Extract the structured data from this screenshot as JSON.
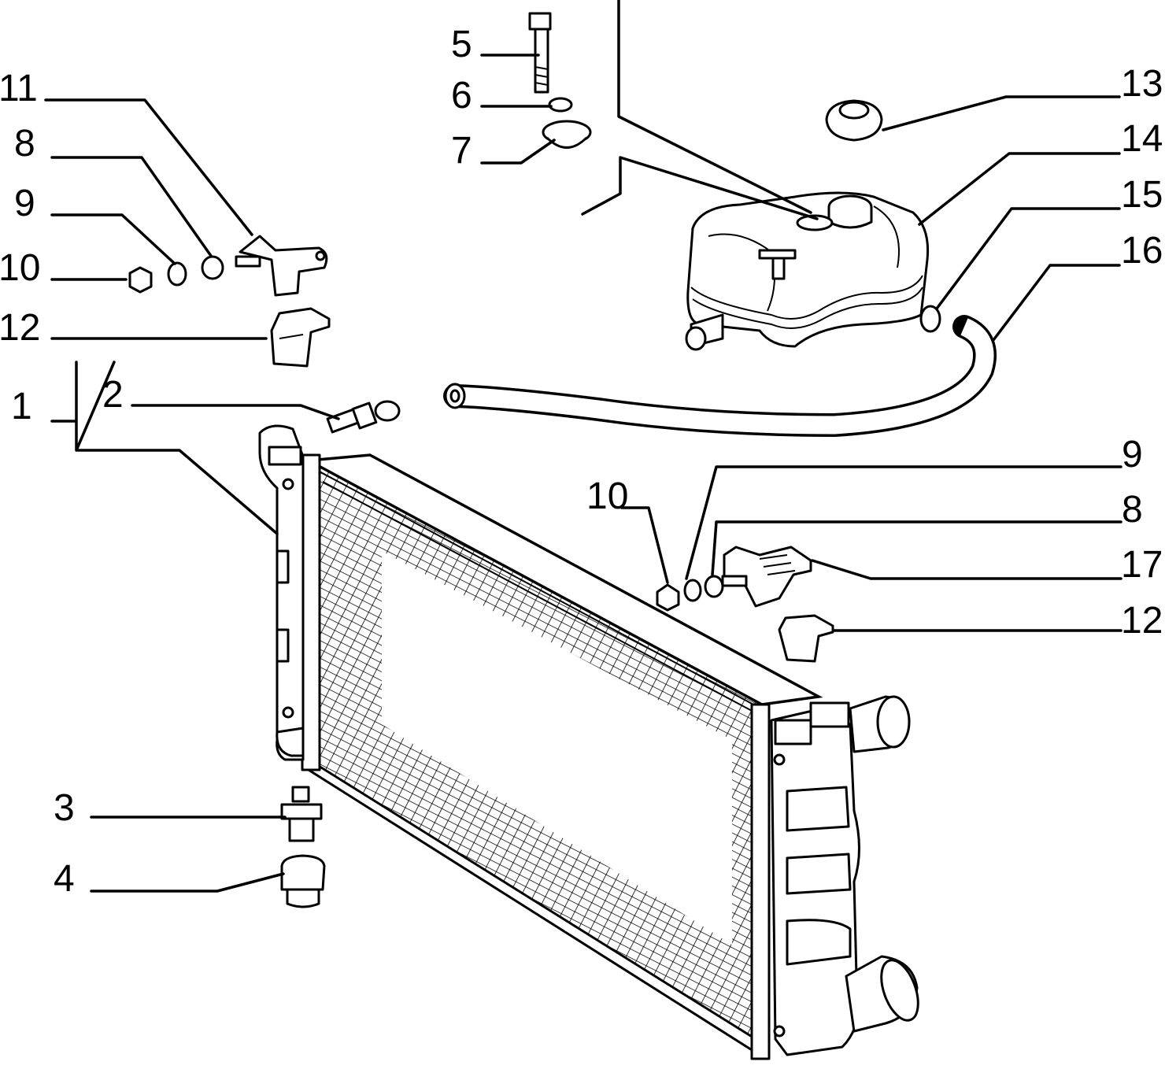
{
  "diagram": {
    "background": "#ffffff",
    "ink": "#000000",
    "callouts": [
      {
        "id": "c1",
        "label": "1"
      },
      {
        "id": "c2",
        "label": "2"
      },
      {
        "id": "c3",
        "label": "3"
      },
      {
        "id": "c4",
        "label": "4"
      },
      {
        "id": "c5",
        "label": "5"
      },
      {
        "id": "c6",
        "label": "6"
      },
      {
        "id": "c7",
        "label": "7"
      },
      {
        "id": "c8a",
        "label": "8"
      },
      {
        "id": "c9a",
        "label": "9"
      },
      {
        "id": "c10a",
        "label": "10"
      },
      {
        "id": "c11",
        "label": "11"
      },
      {
        "id": "c12a",
        "label": "12"
      },
      {
        "id": "c13",
        "label": "13"
      },
      {
        "id": "c14",
        "label": "14"
      },
      {
        "id": "c15",
        "label": "15"
      },
      {
        "id": "c16",
        "label": "16"
      },
      {
        "id": "c9b",
        "label": "9"
      },
      {
        "id": "c10b",
        "label": "10"
      },
      {
        "id": "c8b",
        "label": "8"
      },
      {
        "id": "c17",
        "label": "17"
      },
      {
        "id": "c12b",
        "label": "12"
      }
    ]
  }
}
